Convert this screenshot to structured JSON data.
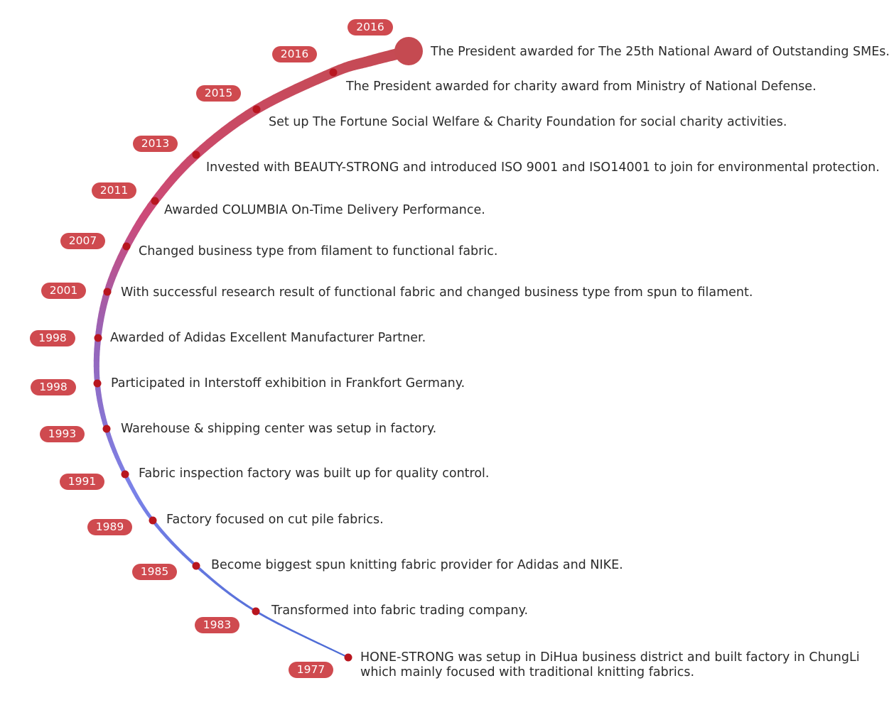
{
  "colors": {
    "badge": "#cf4a4f",
    "dot": "#b8161f",
    "end_cap": "#c54a51",
    "text": "#2b2b2b",
    "arc_top": "#c54a51",
    "arc_mid_upper": "#cd4a78",
    "arc_mid": "#9764b8",
    "arc_mid_lower": "#7b82e8",
    "arc_bottom": "#4a6ad4"
  },
  "timeline": {
    "top_year": "2016",
    "events": [
      {
        "year": "2016",
        "text": "The President awarded for The 25th National Award of Outstanding SMEs."
      },
      {
        "year": "2016",
        "text": "The President awarded for charity award from Ministry of National Defense."
      },
      {
        "year": "2015",
        "text": "Set up The Fortune Social Welfare & Charity Foundation for social charity activities."
      },
      {
        "year": "2013",
        "text": "Invested with BEAUTY-STRONG and introduced ISO 9001 and ISO14001 to join for environmental protection."
      },
      {
        "year": "2011",
        "text": "Awarded COLUMBIA On-Time Delivery Performance."
      },
      {
        "year": "2007",
        "text": "Changed business type from filament to functional fabric."
      },
      {
        "year": "2001",
        "text": "With successful research result of functional fabric and changed business type from spun to filament."
      },
      {
        "year": "1998",
        "text": "Awarded of Adidas Excellent Manufacturer Partner."
      },
      {
        "year": "1998",
        "text": "Participated in Interstoff exhibition in Frankfort Germany."
      },
      {
        "year": "1993",
        "text": "Warehouse & shipping center was setup in factory."
      },
      {
        "year": "1991",
        "text": "Fabric inspection factory was built up for quality control."
      },
      {
        "year": "1989",
        "text": "Factory focused on cut pile fabrics."
      },
      {
        "year": "1985",
        "text": "Become biggest spun knitting fabric provider for Adidas and NIKE."
      },
      {
        "year": "1983",
        "text": "Transformed into fabric trading company."
      },
      {
        "year": "1977",
        "text": "HONE-STRONG was setup in DiHua business district and built factory in ChungLi\nwhich mainly focused with traditional knitting fabrics."
      }
    ]
  }
}
